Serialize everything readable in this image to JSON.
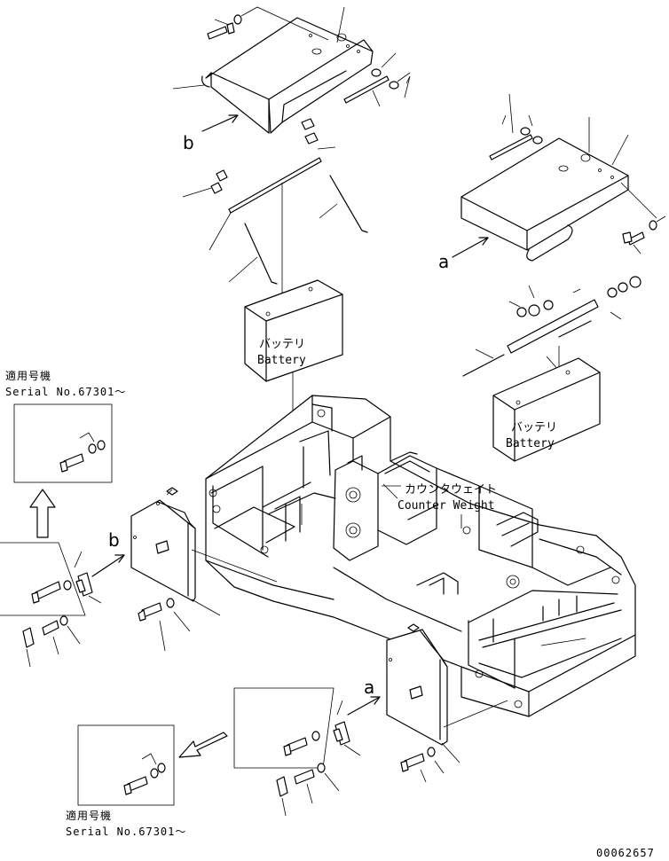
{
  "labels": {
    "battery_jp": "バッテリ",
    "battery_en": "Battery",
    "counterweight_jp": "カウンタウェイト",
    "counterweight_en": "Counter Weight",
    "serial_jp": "適用号機",
    "serial_en": "Serial No.67301～",
    "view_a": "a",
    "view_b": "b",
    "drawing_number": "00062657"
  }
}
